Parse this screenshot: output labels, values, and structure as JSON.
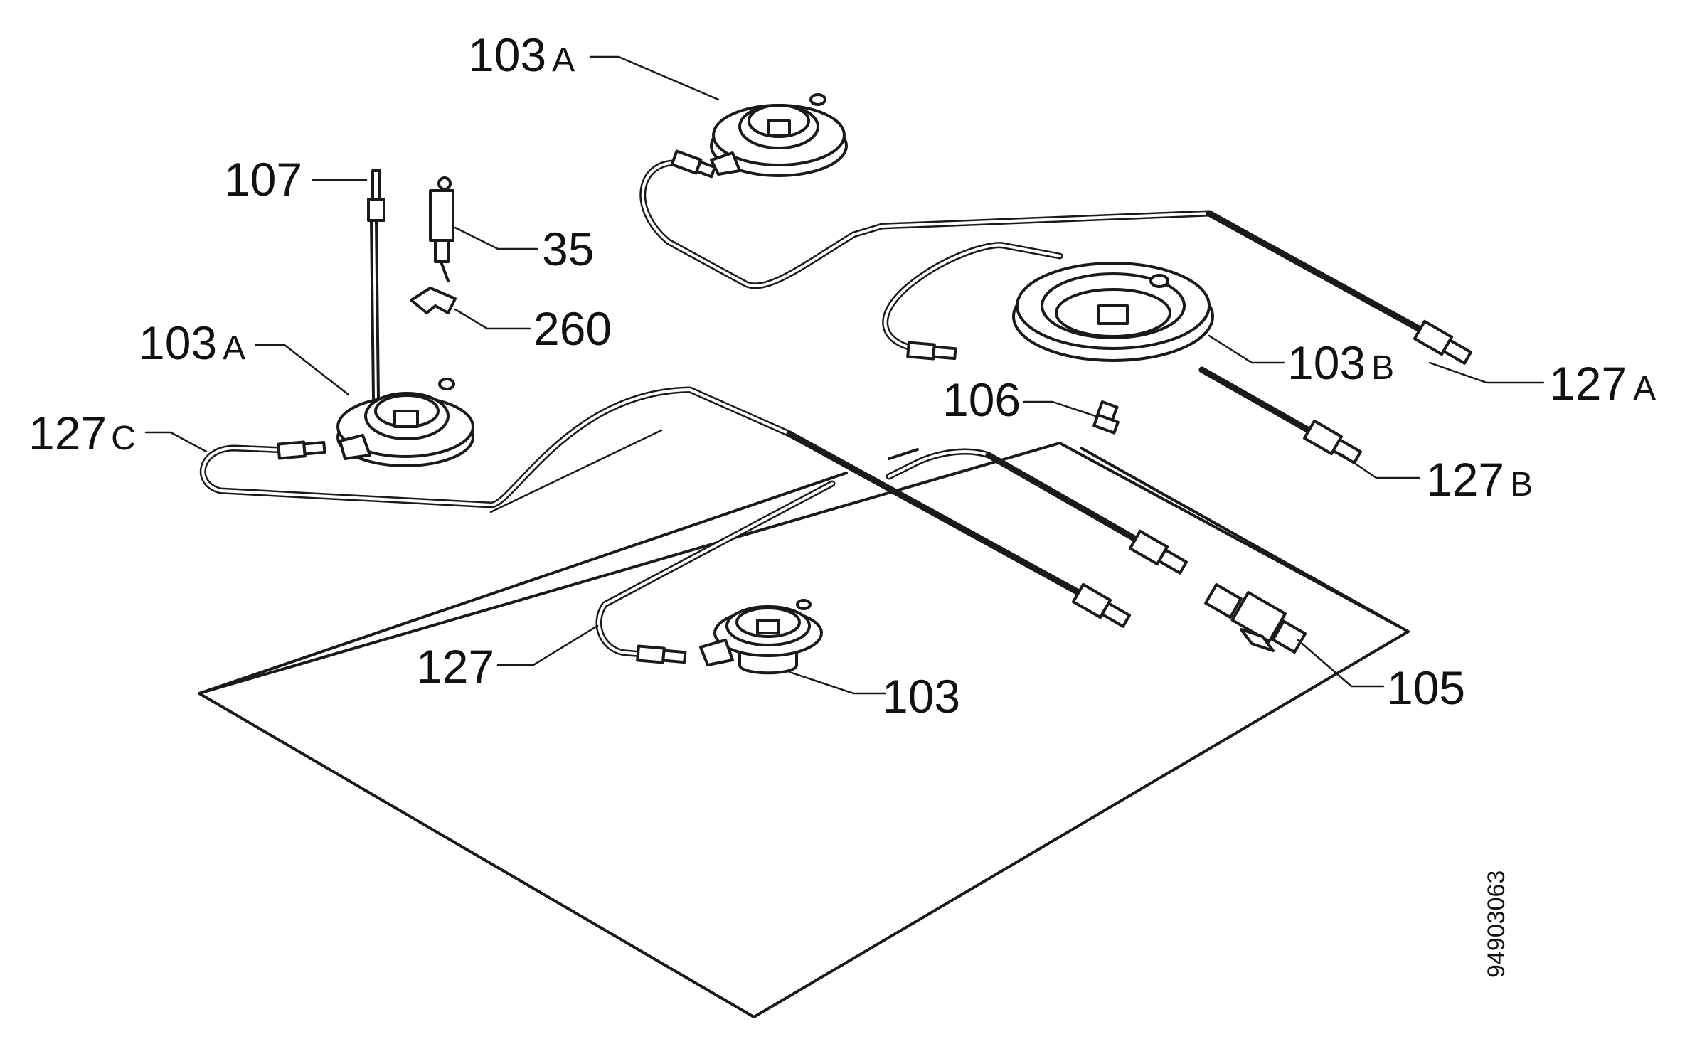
{
  "labels": {
    "l103a_top": {
      "num": "103",
      "sfx": "A"
    },
    "l107": {
      "num": "107",
      "sfx": ""
    },
    "l35": {
      "num": "35",
      "sfx": ""
    },
    "l260": {
      "num": "260",
      "sfx": ""
    },
    "l103a_left": {
      "num": "103",
      "sfx": "A"
    },
    "l127c": {
      "num": "127",
      "sfx": "C"
    },
    "l103b": {
      "num": "103",
      "sfx": "B"
    },
    "l127a": {
      "num": "127",
      "sfx": "A"
    },
    "l106": {
      "num": "106",
      "sfx": ""
    },
    "l127b": {
      "num": "127",
      "sfx": "B"
    },
    "l127": {
      "num": "127",
      "sfx": ""
    },
    "l103": {
      "num": "103",
      "sfx": ""
    },
    "l105": {
      "num": "105",
      "sfx": ""
    }
  },
  "drawing_code": "94903063"
}
